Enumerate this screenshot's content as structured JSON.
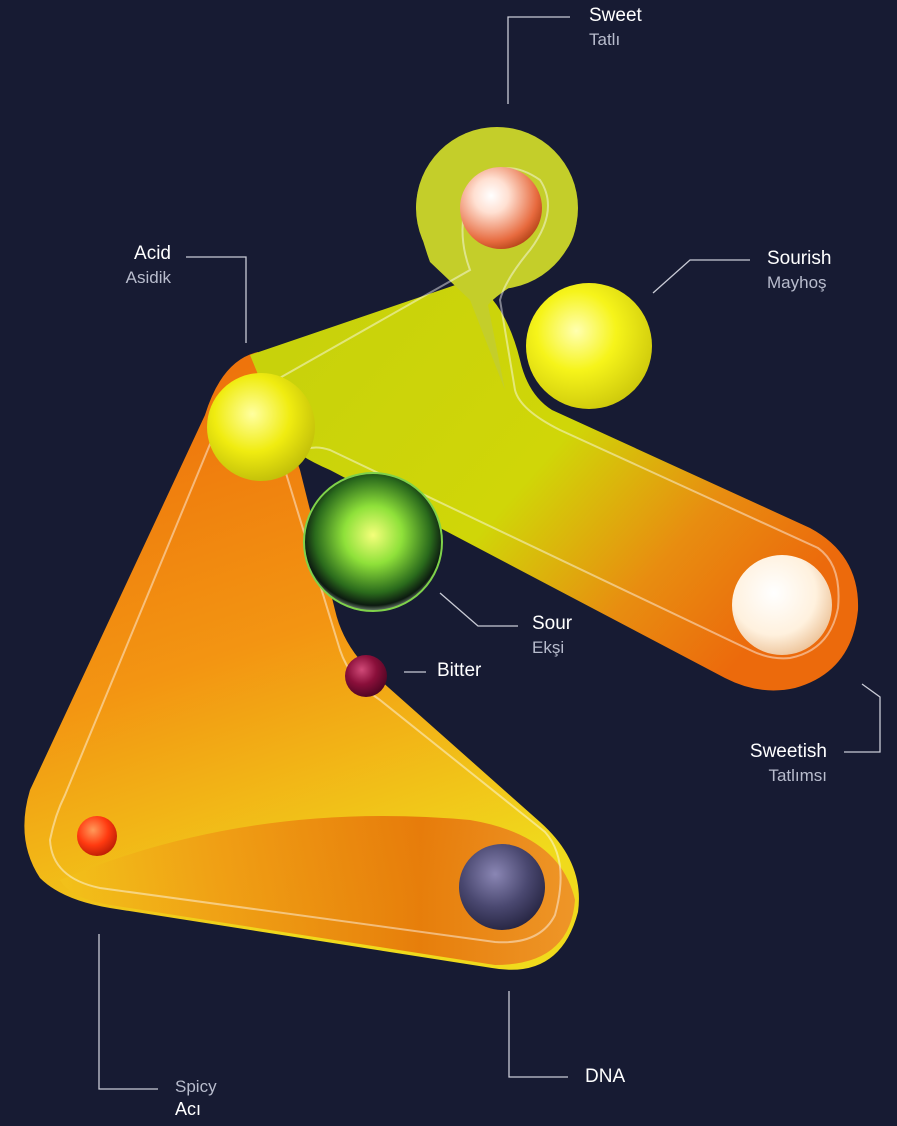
{
  "labels": {
    "sweet": {
      "en": "Sweet",
      "tr": "Tatlı"
    },
    "acid": {
      "en": "Acid",
      "tr": "Asidik"
    },
    "sourish": {
      "en": "Sourish",
      "tr": "Mayhoş"
    },
    "sour": {
      "en": "Sour",
      "tr": "Ekşi"
    },
    "bitter": {
      "en": "Bitter"
    },
    "sweetish": {
      "en": "Sweetish",
      "tr": "Tatlımsı"
    },
    "spicy": {
      "en": "Spicy",
      "tr": "Acı"
    },
    "dna": {
      "en": "DNA"
    }
  },
  "colors": {
    "background": "#171b33",
    "leader_line": "#c9cbd6",
    "body_orange": "#ef7a10",
    "body_yellow": "#d6d818",
    "sphere_sweet": "#f4a58a",
    "sphere_sourish": "#f4f41a",
    "sphere_acid": "#f0ee14",
    "sphere_sour": "#8ee03a",
    "sphere_bitter": "#8a0f3a",
    "sphere_sweetish": "#fff4e4",
    "sphere_spicy": "#ff3a10",
    "sphere_dna": "#4a4870"
  }
}
